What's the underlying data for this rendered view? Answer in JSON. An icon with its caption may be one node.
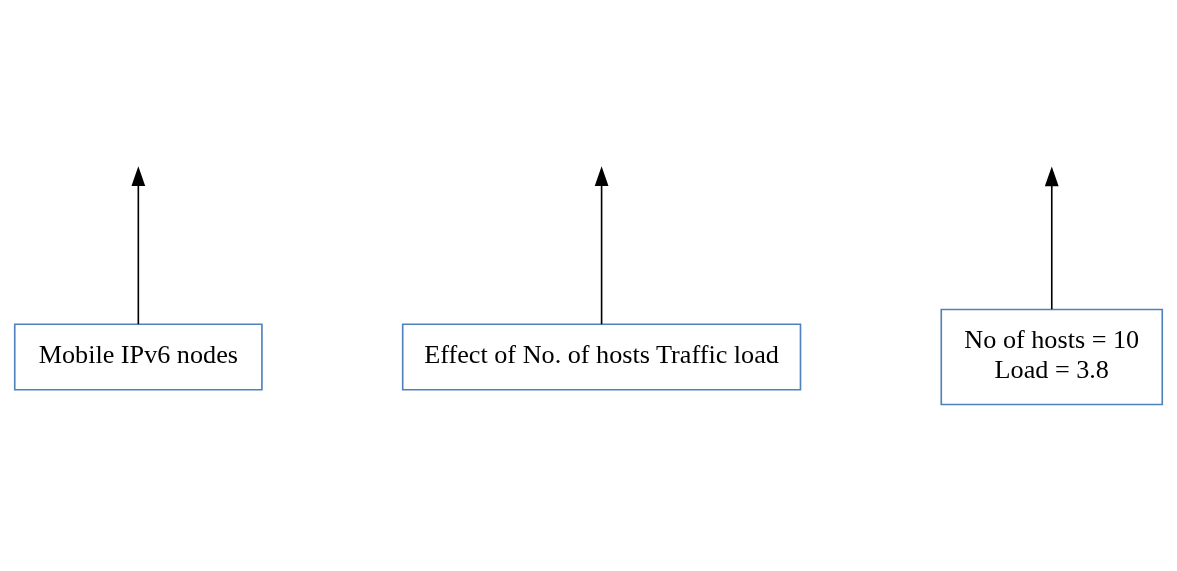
{
  "diagram": {
    "nodes": [
      {
        "text": [
          "Mobile IPv6 nodes"
        ]
      },
      {
        "text": [
          "Effect of No. of hosts Traffic load"
        ]
      },
      {
        "text": [
          "No of hosts = 10",
          "Load = 3.8"
        ]
      }
    ],
    "edges": [
      {
        "from": 0,
        "to": null,
        "arrow": "to"
      },
      {
        "from": 1,
        "to": null,
        "arrow": "to"
      },
      {
        "from": 2,
        "to": null,
        "arrow": "to"
      }
    ]
  }
}
